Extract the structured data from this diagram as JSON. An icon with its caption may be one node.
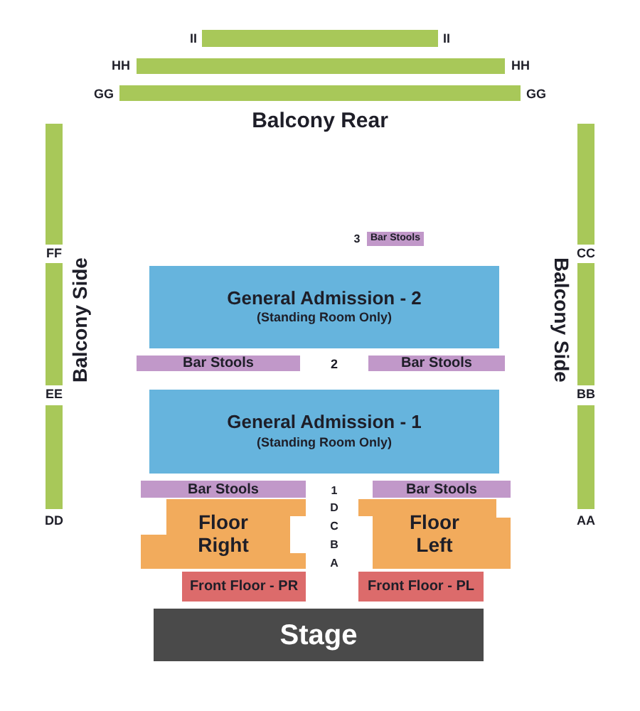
{
  "diagram": {
    "nodes": [
      {
        "text": [],
        "shape": "bar",
        "beside": [
          "II",
          "II"
        ]
      },
      {
        "text": [],
        "shape": "bar",
        "beside": [
          "HH",
          "HH"
        ]
      },
      {
        "text": [],
        "shape": "bar",
        "beside": [
          "GG",
          "GG"
        ]
      },
      {
        "text": [],
        "shape": "bar",
        "beside": [
          "FF"
        ]
      },
      {
        "text": [],
        "shape": "bar",
        "beside": [
          "CC"
        ]
      },
      {
        "text": [],
        "shape": "bar",
        "beside": [
          "EE"
        ]
      },
      {
        "text": [],
        "shape": "bar",
        "beside": [
          "BB"
        ]
      },
      {
        "text": [],
        "shape": "bar",
        "beside": [
          "DD"
        ]
      },
      {
        "text": [],
        "shape": "bar",
        "beside": [
          "AA"
        ]
      },
      {
        "text": [
          "Bar Stools"
        ]
      },
      {
        "text": [
          "General Admission - 2",
          "(Standing Room Only)"
        ]
      },
      {
        "text": [
          "Bar Stools"
        ]
      },
      {
        "text": [
          "Bar Stools"
        ]
      },
      {
        "text": [
          "General Admission - 1",
          "(Standing Room Only)"
        ]
      },
      {
        "text": [
          "Bar Stools"
        ]
      },
      {
        "text": [
          "Bar Stools"
        ]
      },
      {
        "text": [
          "Floor Right"
        ]
      },
      {
        "text": [
          "Floor Left"
        ]
      },
      {
        "text": [
          "Front Floor - PR"
        ]
      },
      {
        "text": [
          "Front Floor - PL"
        ]
      },
      {
        "text": [
          "Stage"
        ]
      }
    ],
    "labels": [
      "Balcony Rear",
      "Balcony Side",
      "Balcony Side",
      "3",
      "2",
      "1",
      "D",
      "C",
      "B",
      "A"
    ]
  }
}
